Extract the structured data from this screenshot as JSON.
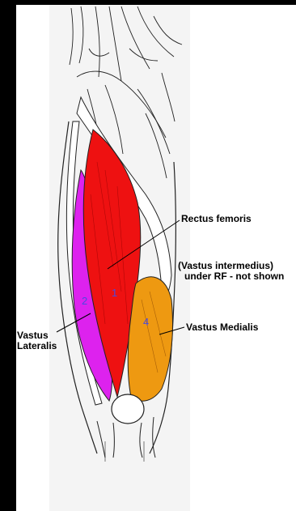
{
  "labels": {
    "rectus_femoris": "Rectus femoris",
    "vastus_intermedius_line1": "(Vastus intermedius)",
    "vastus_intermedius_line2": "under RF - not shown",
    "vastus_medialis": "Vastus Medialis",
    "vastus_lateralis_line1": "Vastus",
    "vastus_lateralis_line2": "Lateralis"
  },
  "numbers": {
    "rectus_femoris": "1",
    "vastus_lateralis": "2",
    "vastus_medialis": "4"
  },
  "colors": {
    "background": "#000000",
    "panel": "#ffffff",
    "drawing_bg": "#f4f4f4",
    "rectus_femoris": "#ee1111",
    "vastus_lateralis": "#dd22ee",
    "vastus_medialis": "#ee9911",
    "number_text": "#4a4ae0"
  }
}
